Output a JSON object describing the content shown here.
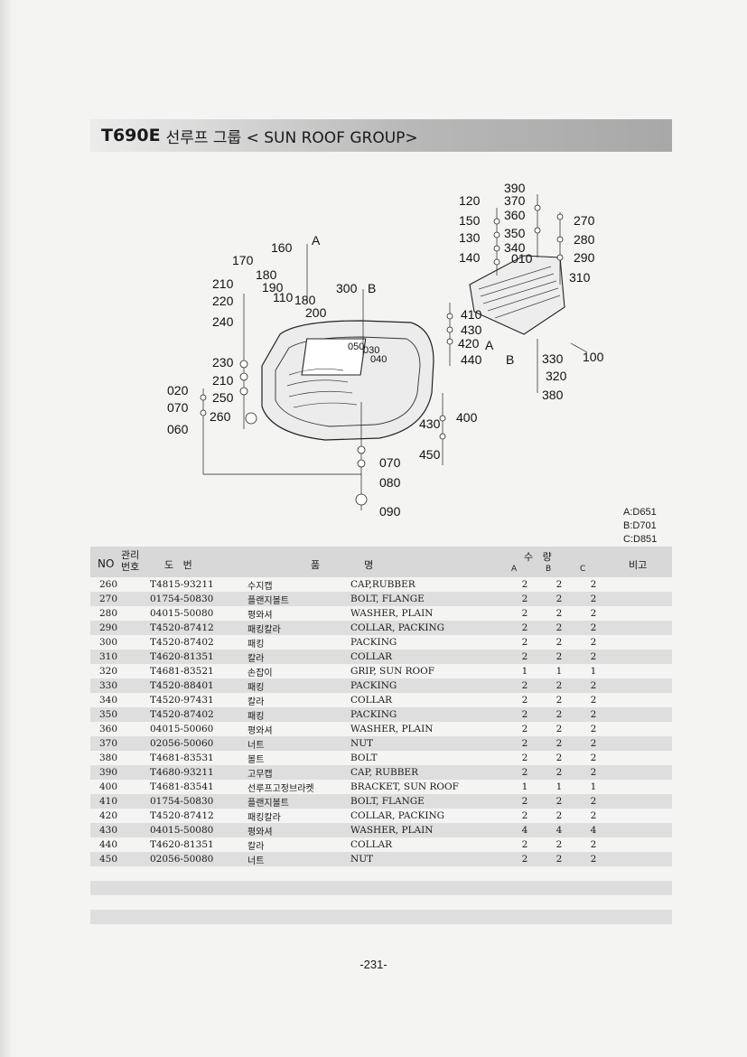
{
  "header": {
    "model": "T690E",
    "title": "선루프 그룹 < SUN ROOF GROUP>"
  },
  "diagram_labels": [
    "390",
    "370",
    "120",
    "360",
    "150",
    "350",
    "130",
    "340",
    "010",
    "140",
    "270",
    "280",
    "290",
    "310",
    "160",
    "A",
    "170",
    "180",
    "190",
    "210",
    "110",
    "180",
    "220",
    "200",
    "300",
    "B",
    "240",
    "410",
    "430",
    "420",
    "A",
    "440",
    "B",
    "330",
    "100",
    "320",
    "380",
    "050",
    "030",
    "040",
    "230",
    "210",
    "020",
    "250",
    "070",
    "260",
    "060",
    "400",
    "430",
    "450",
    "070",
    "080",
    "090"
  ],
  "legend": [
    "A:D651",
    "B:D701",
    "C:D851"
  ],
  "table": {
    "headers": {
      "no": "NO",
      "mgmt": "관리\n번호",
      "part_no": "도   번",
      "name": "품              명",
      "qty": "수   량",
      "a": "A",
      "b": "B",
      "c": "C",
      "note": "비고"
    },
    "rows": [
      {
        "no": "260",
        "pn": "T4815-93211",
        "kr": "수지캡",
        "en": "CAP,RUBBER",
        "a": "2",
        "b": "2",
        "c": "2"
      },
      {
        "no": "270",
        "pn": "01754-50830",
        "kr": "플랜지볼트",
        "en": "BOLT, FLANGE",
        "a": "2",
        "b": "2",
        "c": "2"
      },
      {
        "no": "280",
        "pn": "04015-50080",
        "kr": "평와셔",
        "en": "WASHER, PLAIN",
        "a": "2",
        "b": "2",
        "c": "2"
      },
      {
        "no": "290",
        "pn": "T4520-87412",
        "kr": "패킹칼라",
        "en": "COLLAR, PACKING",
        "a": "2",
        "b": "2",
        "c": "2"
      },
      {
        "no": "300",
        "pn": "T4520-87402",
        "kr": "패킹",
        "en": "PACKING",
        "a": "2",
        "b": "2",
        "c": "2"
      },
      {
        "no": "310",
        "pn": "T4620-81351",
        "kr": "칼라",
        "en": "COLLAR",
        "a": "2",
        "b": "2",
        "c": "2"
      },
      {
        "no": "320",
        "pn": "T4681-83521",
        "kr": "손잡이",
        "en": "GRIP, SUN ROOF",
        "a": "1",
        "b": "1",
        "c": "1"
      },
      {
        "no": "330",
        "pn": "T4520-88401",
        "kr": "패킹",
        "en": "PACKING",
        "a": "2",
        "b": "2",
        "c": "2"
      },
      {
        "no": "340",
        "pn": "T4520-97431",
        "kr": "칼라",
        "en": "COLLAR",
        "a": "2",
        "b": "2",
        "c": "2"
      },
      {
        "no": "350",
        "pn": "T4520-87402",
        "kr": "패킹",
        "en": "PACKING",
        "a": "2",
        "b": "2",
        "c": "2"
      },
      {
        "no": "360",
        "pn": "04015-50060",
        "kr": "평와셔",
        "en": "WASHER, PLAIN",
        "a": "2",
        "b": "2",
        "c": "2"
      },
      {
        "no": "370",
        "pn": "02056-50060",
        "kr": "너트",
        "en": "NUT",
        "a": "2",
        "b": "2",
        "c": "2"
      },
      {
        "no": "380",
        "pn": "T4681-83531",
        "kr": "볼트",
        "en": "BOLT",
        "a": "2",
        "b": "2",
        "c": "2"
      },
      {
        "no": "390",
        "pn": "T4680-93211",
        "kr": "고무캡",
        "en": "CAP, RUBBER",
        "a": "2",
        "b": "2",
        "c": "2"
      },
      {
        "no": "400",
        "pn": "T4681-83541",
        "kr": "선루프고정브라켓",
        "en": "BRACKET, SUN ROOF",
        "a": "1",
        "b": "1",
        "c": "1"
      },
      {
        "no": "410",
        "pn": "01754-50830",
        "kr": "플랜지볼트",
        "en": "BOLT, FLANGE",
        "a": "2",
        "b": "2",
        "c": "2"
      },
      {
        "no": "420",
        "pn": "T4520-87412",
        "kr": "패킹칼라",
        "en": "COLLAR, PACKING",
        "a": "2",
        "b": "2",
        "c": "2"
      },
      {
        "no": "430",
        "pn": "04015-50080",
        "kr": "평와셔",
        "en": "WASHER, PLAIN",
        "a": "4",
        "b": "4",
        "c": "4"
      },
      {
        "no": "440",
        "pn": "T4620-81351",
        "kr": "칼라",
        "en": "COLLAR",
        "a": "2",
        "b": "2",
        "c": "2"
      },
      {
        "no": "450",
        "pn": "02056-50080",
        "kr": "너트",
        "en": "NUT",
        "a": "2",
        "b": "2",
        "c": "2"
      }
    ]
  },
  "footer": {
    "page": "-231-"
  }
}
